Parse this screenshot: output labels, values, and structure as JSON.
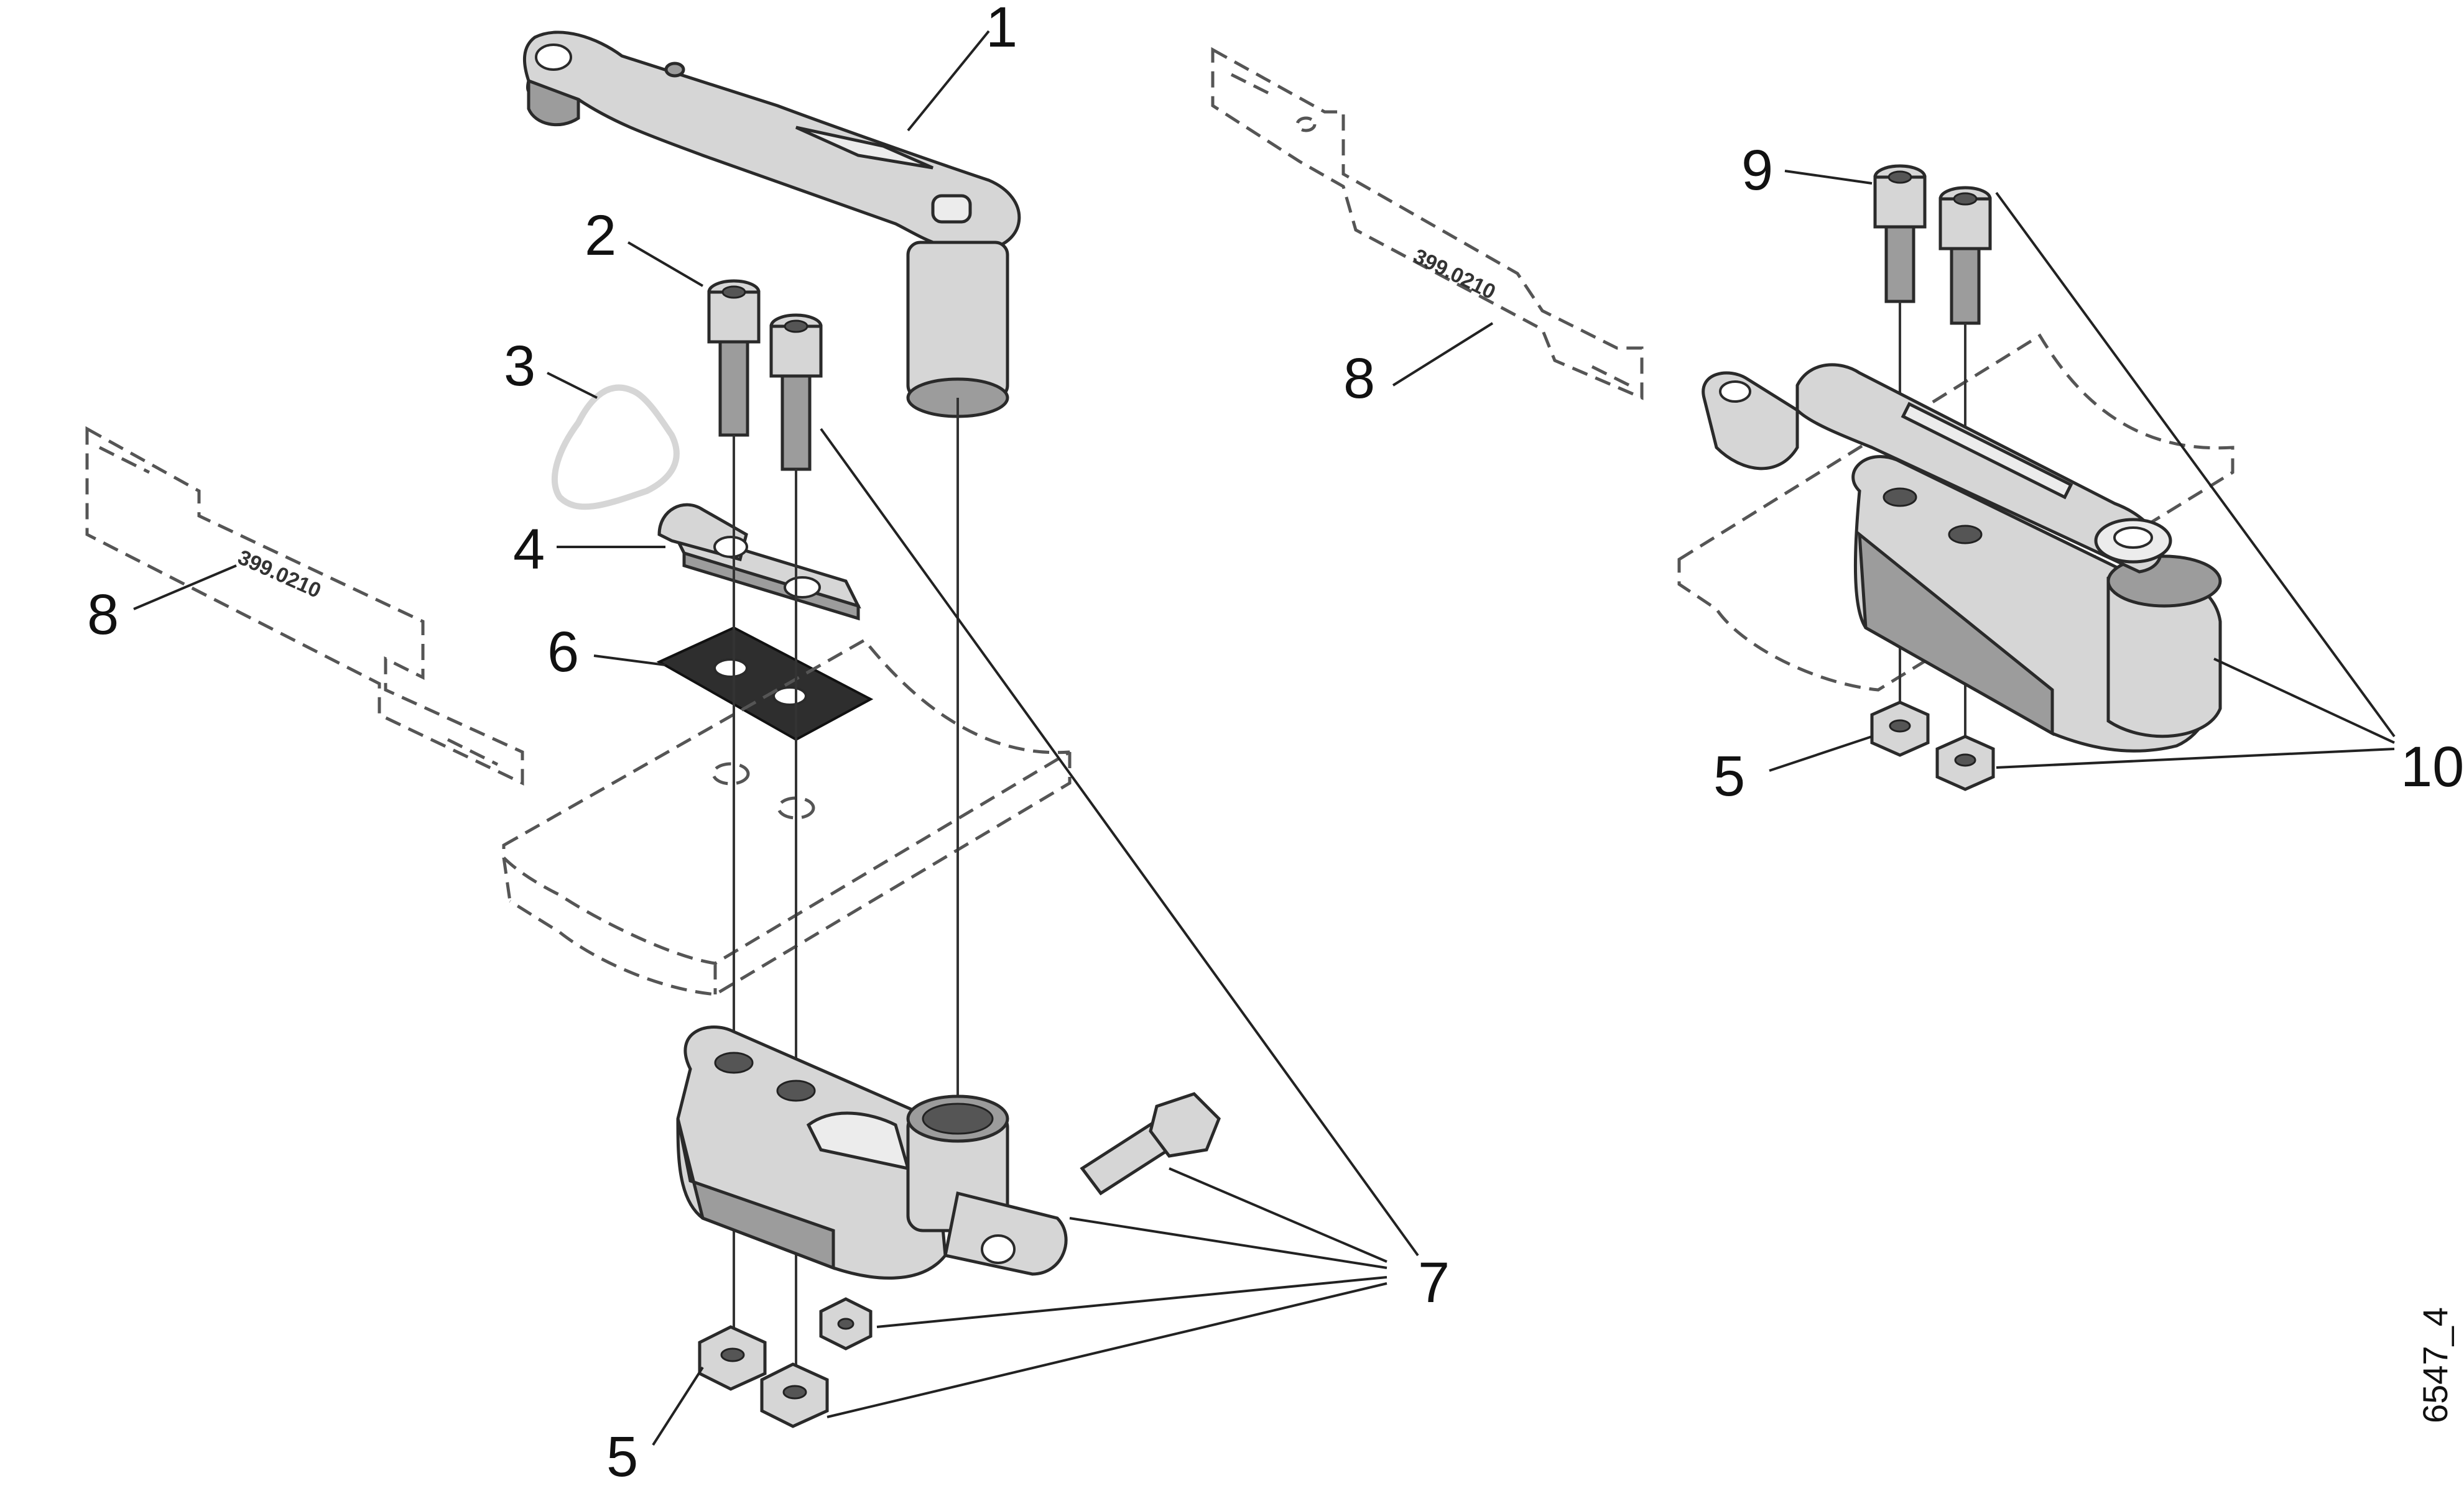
{
  "callouts": {
    "c1": "1",
    "c2": "2",
    "c3": "3",
    "c4": "4",
    "c5a": "5",
    "c5b": "5",
    "c6": "6",
    "c7": "7",
    "c8a": "8",
    "c8b": "8",
    "c9": "9",
    "c10": "10"
  },
  "plate_markings": {
    "left": "399.0210",
    "right": "399.0210"
  },
  "document_id": "6547_4"
}
